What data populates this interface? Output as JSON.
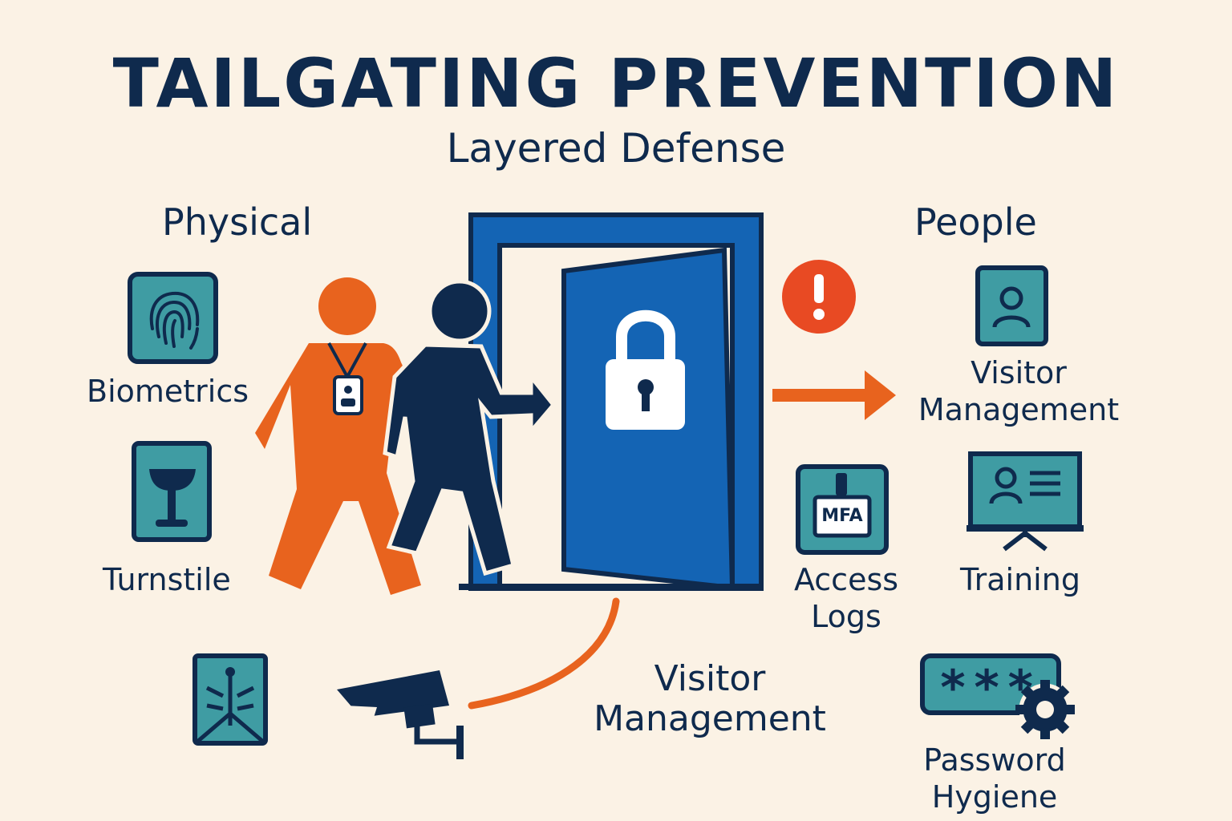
{
  "header": {
    "title": "TAILGATING PREVENTION",
    "subtitle": "Layered Defense"
  },
  "sections": {
    "physical": "Physical",
    "people": "People"
  },
  "items": {
    "biometrics": "Biometrics",
    "turnstile": "Turnstile",
    "visitor_management_right": [
      "Visitor",
      "Management"
    ],
    "access_logs": [
      "Access",
      "Logs"
    ],
    "training": "Training",
    "visitor_management_bottom": [
      "Visitor",
      "Management"
    ],
    "password_hygiene": [
      "Password",
      "Hygiene"
    ]
  },
  "badges": {
    "mfa": "MFA",
    "password_mask": "***",
    "alert": "!"
  },
  "colors": {
    "background": "#fbf2e5",
    "navy": "#0f2a4d",
    "orange": "#e8631e",
    "door_blue": "#1464b4",
    "teal": "#3f9ca3",
    "alert_red": "#e84a23"
  },
  "icons": [
    "fingerprint-icon",
    "turnstile-icon",
    "xray-scanner-icon",
    "cctv-camera-icon",
    "padlock-icon",
    "alert-icon",
    "visitor-badge-icon",
    "mfa-badge-icon",
    "training-board-icon",
    "password-gear-icon"
  ]
}
